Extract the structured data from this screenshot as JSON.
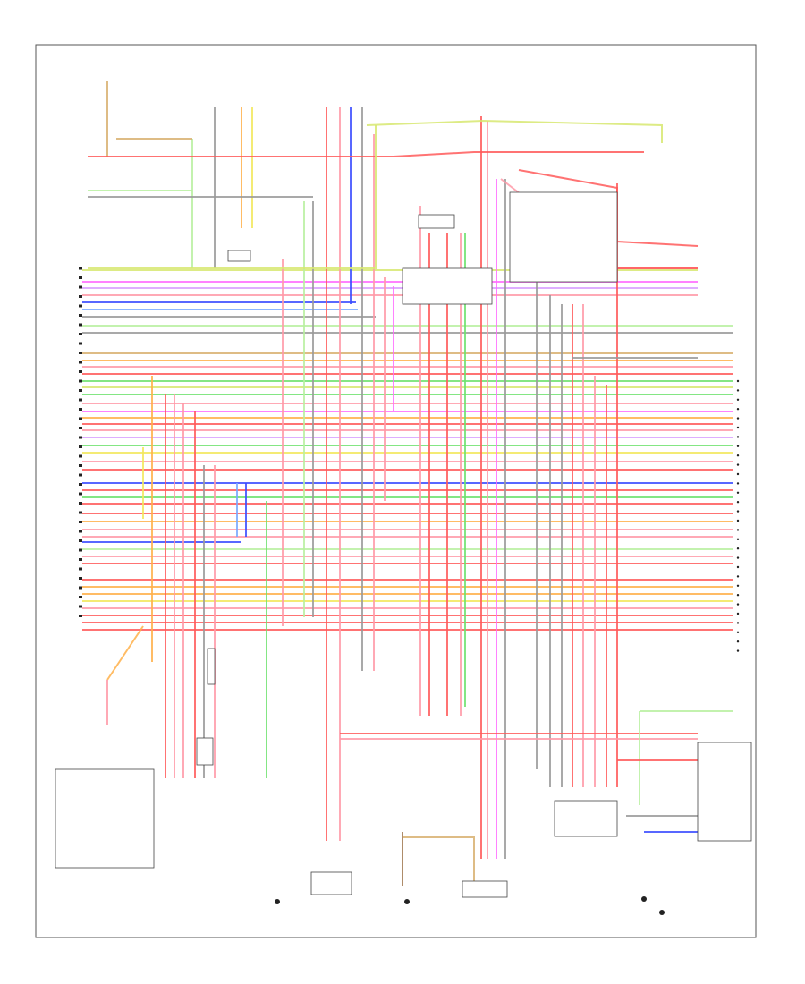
{
  "diagram": {
    "type": "wiring-schematic",
    "footer_label": "",
    "colors": {
      "red": "#ff5a5a",
      "pink": "#ff9aa8",
      "green": "#6fe26f",
      "light_green": "#b9f0a0",
      "yellow_green": "#d7e870",
      "yellow": "#f2e85c",
      "orange": "#ffb04a",
      "blue": "#3b4cff",
      "light_blue": "#78a8ff",
      "magenta": "#ff6cff",
      "violet": "#d8a0ff",
      "tan": "#d8b070",
      "gray": "#9a9a9a",
      "dark_gray": "#555555",
      "brown": "#a07850"
    },
    "left_connector_pin_count": 38,
    "right_terminal_count": 30
  }
}
